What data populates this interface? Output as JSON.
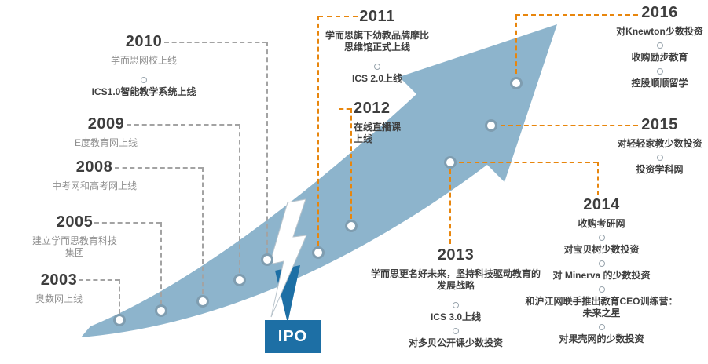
{
  "colors": {
    "arrow_blue": "#8db4cc",
    "connector_orange": "#e8860d",
    "connector_gray": "#a3a3a3",
    "ipo_blue": "#1d6fa5",
    "year_text": "#3d3d3d",
    "muted_text": "#8f8f8f",
    "bold_text": "#3f3f3f"
  },
  "years": {
    "y2003": {
      "year": "2003",
      "line1": "奥数网上线"
    },
    "y2005": {
      "year": "2005",
      "line1": "建立学而思教育科技",
      "line2": "集团"
    },
    "y2008": {
      "year": "2008",
      "line1": "中考网和高考网上线"
    },
    "y2009": {
      "year": "2009",
      "line1": "E度教育网上线"
    },
    "y2010": {
      "year": "2010",
      "line1": "学而思网校上线",
      "item1": "ICS1.0智能教学系统上线"
    },
    "y2011": {
      "year": "2011",
      "line1": "学而思旗下幼教品牌摩比",
      "line2": "思维馆正式上线",
      "item1": "ICS 2.0上线"
    },
    "y2012": {
      "year": "2012",
      "line1": "在线直播课",
      "line2": "上线"
    },
    "y2013": {
      "year": "2013",
      "line1": "学而思更名好未来，坚持科技驱动教育的",
      "line2": "发展战略",
      "item1": "ICS 3.0上线",
      "item2": "对多贝公开课少数投资"
    },
    "y2014": {
      "year": "2014",
      "item1": "收购考研网",
      "item2": "对宝贝树少数投资",
      "item3": "对 Minerva 的少数投资",
      "item4a": "和沪江网联手推出教育CEO训练营：",
      "item4b": "未来之星",
      "item5": "对果壳网的少数投资"
    },
    "y2015": {
      "year": "2015",
      "item1": "对轻轻家教少数投资",
      "item2": "投资学科网"
    },
    "y2016": {
      "year": "2016",
      "item1": "对Knewton少数投资",
      "item2": "收购励步教育",
      "item3": "控股顺顺留学"
    }
  },
  "ipo": {
    "label": "IPO"
  }
}
